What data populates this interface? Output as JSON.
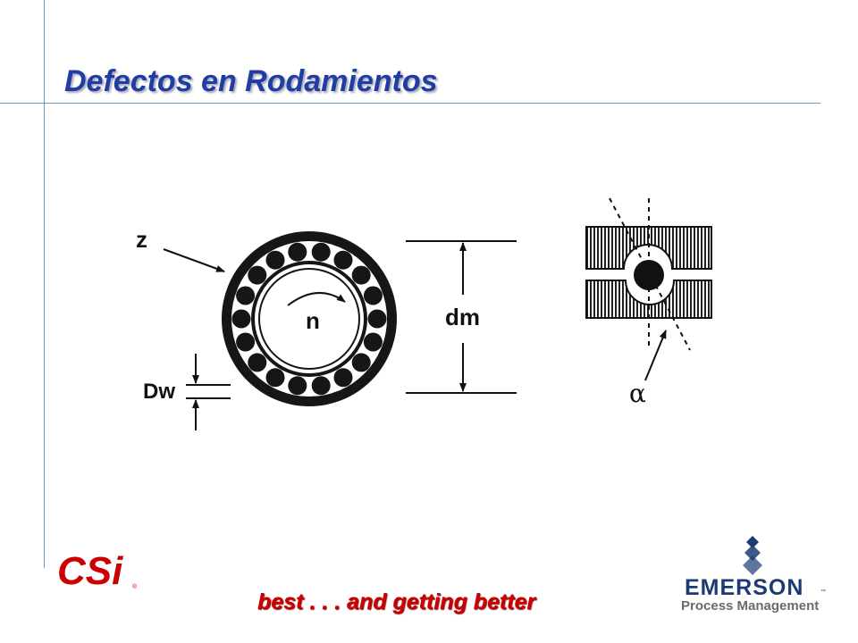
{
  "slide": {
    "title": "Defectos en Rodamientos",
    "tagline": "best . . . and getting better"
  },
  "diagram": {
    "labels": {
      "z": "z",
      "n": "n",
      "dm": "dm",
      "dw": "Dw",
      "alpha": "α"
    }
  },
  "logos": {
    "csi": {
      "text": "CSi",
      "registered": "®",
      "color": "#cc0000"
    },
    "emerson": {
      "name": "EMERSON",
      "trademark": "™",
      "subtitle": "Process Management",
      "color": "#1d3b73"
    }
  },
  "colors": {
    "title": "#1f3da3",
    "tagline": "#cc0000",
    "rule_lines": "#6f98bf"
  }
}
